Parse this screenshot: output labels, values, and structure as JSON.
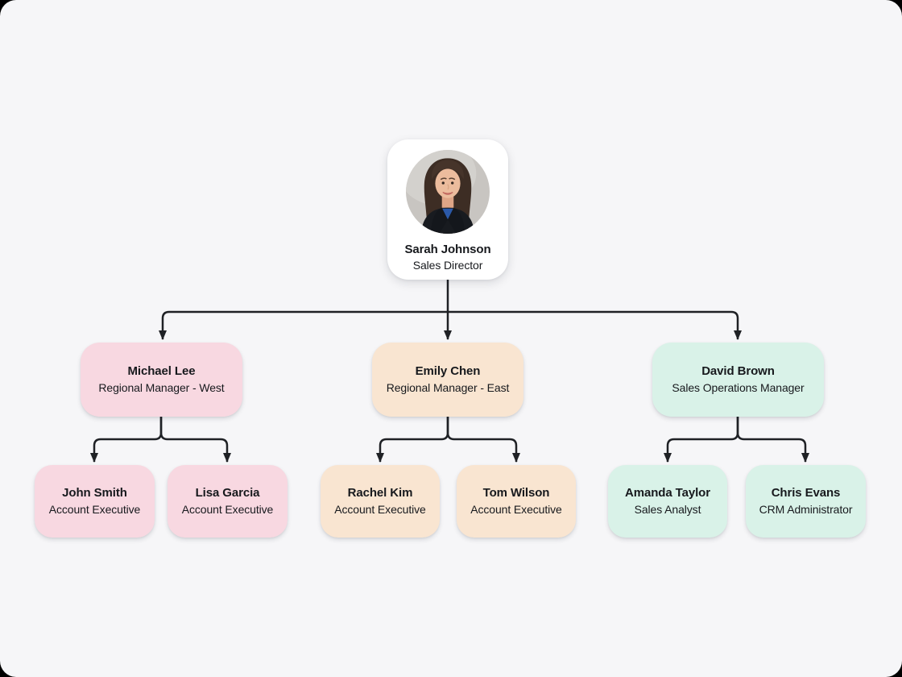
{
  "canvas": {
    "frame_background": "#000000",
    "background": "#f6f6f8"
  },
  "org_chart": {
    "connector_color": "#1f2125",
    "text_color": "#17191d",
    "root": {
      "name": "Sarah Johnson",
      "title": "Sales Director",
      "card_color": "#ffffff",
      "avatar_icon": "sarah-johnson-portrait"
    },
    "managers": [
      {
        "name": "Michael Lee",
        "title": "Regional Manager - West",
        "color": "#f8d8e1",
        "reports_to": "Sarah Johnson"
      },
      {
        "name": "Emily Chen",
        "title": "Regional Manager - East",
        "color": "#f9e5d1",
        "reports_to": "Sarah Johnson"
      },
      {
        "name": "David Brown",
        "title": "Sales Operations Manager",
        "color": "#d9f2e8",
        "reports_to": "Sarah Johnson"
      }
    ],
    "reports": [
      {
        "name": "John Smith",
        "title": "Account Executive",
        "color": "#f8d8e1",
        "reports_to": "Michael Lee"
      },
      {
        "name": "Lisa Garcia",
        "title": "Account Executive",
        "color": "#f8d8e1",
        "reports_to": "Michael Lee"
      },
      {
        "name": "Rachel Kim",
        "title": "Account Executive",
        "color": "#f9e5d1",
        "reports_to": "Emily Chen"
      },
      {
        "name": "Tom Wilson",
        "title": "Account Executive",
        "color": "#f9e5d1",
        "reports_to": "Emily Chen"
      },
      {
        "name": "Amanda Taylor",
        "title": "Sales Analyst",
        "color": "#d9f2e8",
        "reports_to": "David Brown"
      },
      {
        "name": "Chris Evans",
        "title": "CRM Administrator",
        "color": "#d9f2e8",
        "reports_to": "David Brown"
      }
    ]
  }
}
